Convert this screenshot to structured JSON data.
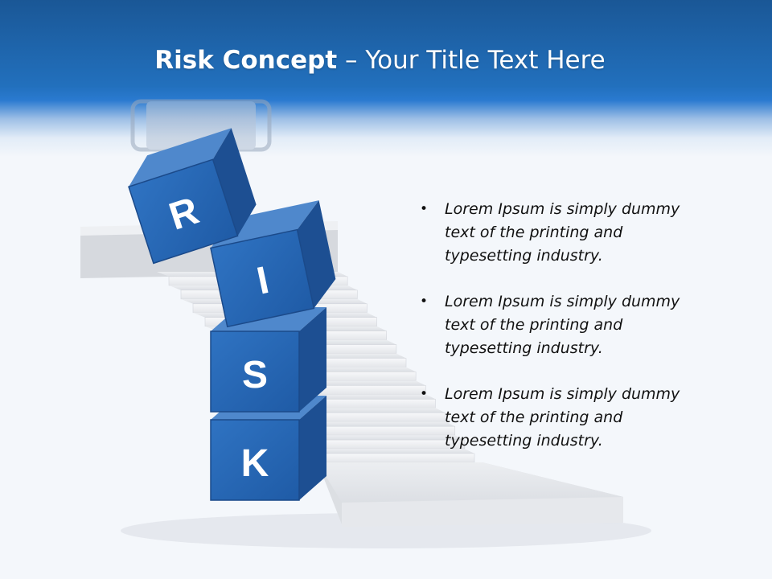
{
  "slide": {
    "title_bold": "Risk Concept",
    "title_rest": " – Your Title Text Here"
  },
  "blocks": {
    "r": "R",
    "i": "I",
    "s": "S",
    "k": "K"
  },
  "bullets": [
    "Lorem Ipsum is simply dummy text of the printing and typesetting industry.",
    "Lorem Ipsum is simply dummy text of the printing and typesetting industry.",
    "Lorem Ipsum is simply dummy text of the printing and typesetting industry."
  ],
  "colors": {
    "header_blue": "#1f66b0",
    "block_blue": "#2a67b4",
    "stair_gray": "#dde0e5"
  }
}
